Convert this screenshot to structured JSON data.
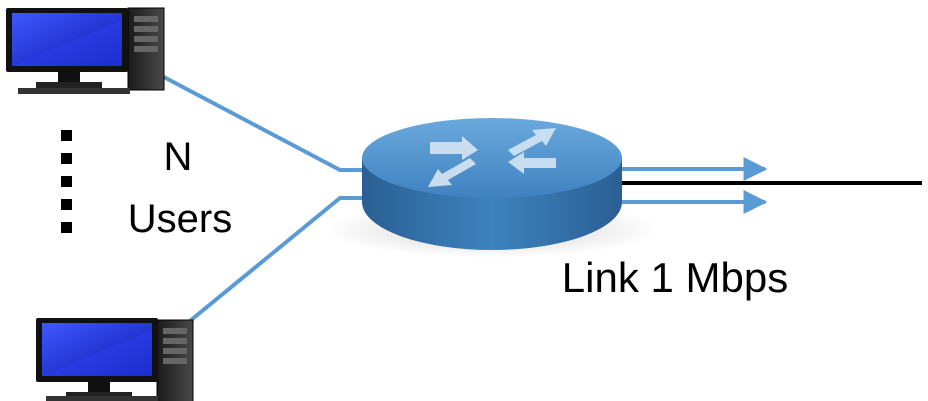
{
  "labels": {
    "users_count": "N",
    "users_word": "Users",
    "link": "Link 1 Mbps"
  },
  "colors": {
    "line": "#5b9bd5",
    "link": "#000000",
    "router_top": "#4a8fc8",
    "router_side": "#2f6fa6",
    "monitor_screen": "#1a2fd6"
  },
  "icons": [
    "computer-icon",
    "computer-icon",
    "router-icon",
    "ellipsis-dots"
  ]
}
